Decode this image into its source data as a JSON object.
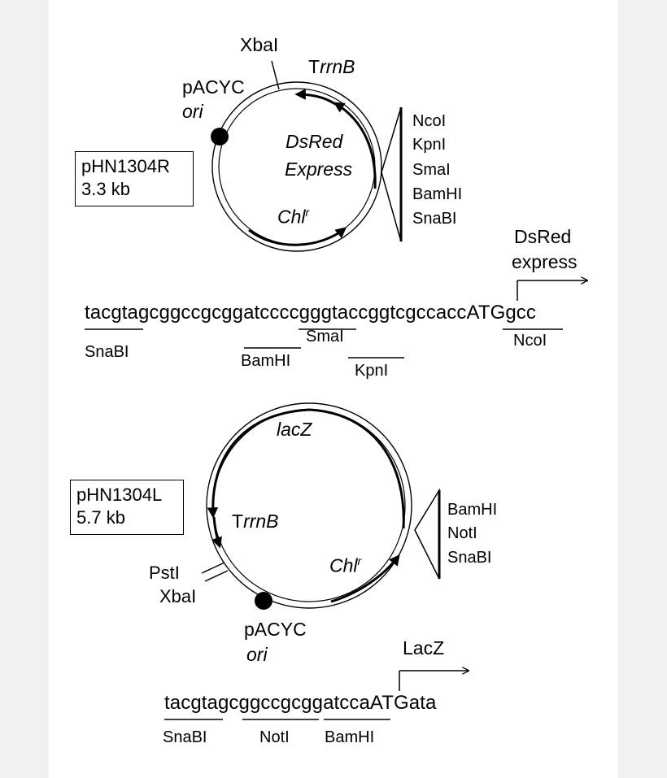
{
  "colors": {
    "background": "#ffffff",
    "page_margin": "#f0f0f0",
    "ink": "#000000"
  },
  "plasmid_r": {
    "name": "pHN1304R",
    "size": "3.3 kb",
    "sites_top": "XbaI",
    "terminator": {
      "prefix": "T",
      "italic": "rrnB"
    },
    "ori": {
      "line1": "pACYC",
      "line2": "ori"
    },
    "gene_reporter": {
      "line1": "DsRed",
      "line2": "Express"
    },
    "gene_resistance": {
      "base": "Chl",
      "sup": "r"
    },
    "mcs": [
      "NcoI",
      "KpnI",
      "SmaI",
      "BamHI",
      "SnaBI"
    ]
  },
  "sequence_r": {
    "text": "tacgtagcggccgcggatccccgggtaccggtcgccaccATGgcc",
    "promoter_label": {
      "line1": "DsRed",
      "line2": "express"
    },
    "sites": {
      "snabi": "SnaBI",
      "smai": "SmaI",
      "bamhi": "BamHI",
      "kpni": "KpnI",
      "ncoi": "NcoI"
    }
  },
  "plasmid_l": {
    "name": "pHN1304L",
    "size": "5.7 kb",
    "gene_lacz": "lacZ",
    "terminator": {
      "prefix": "T",
      "italic": "rrnB"
    },
    "gene_resistance": {
      "base": "Chl",
      "sup": "r"
    },
    "sites_left": [
      "PstI",
      "XbaI"
    ],
    "ori": {
      "line1": "pACYC",
      "line2": "ori"
    },
    "mcs": [
      "BamHI",
      "NotI",
      "SnaBI"
    ]
  },
  "sequence_l": {
    "text": "tacgtagcggccgcggatccaATGata",
    "promoter_label": "LacZ",
    "sites": {
      "snabi": "SnaBI",
      "noti": "NotI",
      "bamhi": "BamHI"
    }
  }
}
